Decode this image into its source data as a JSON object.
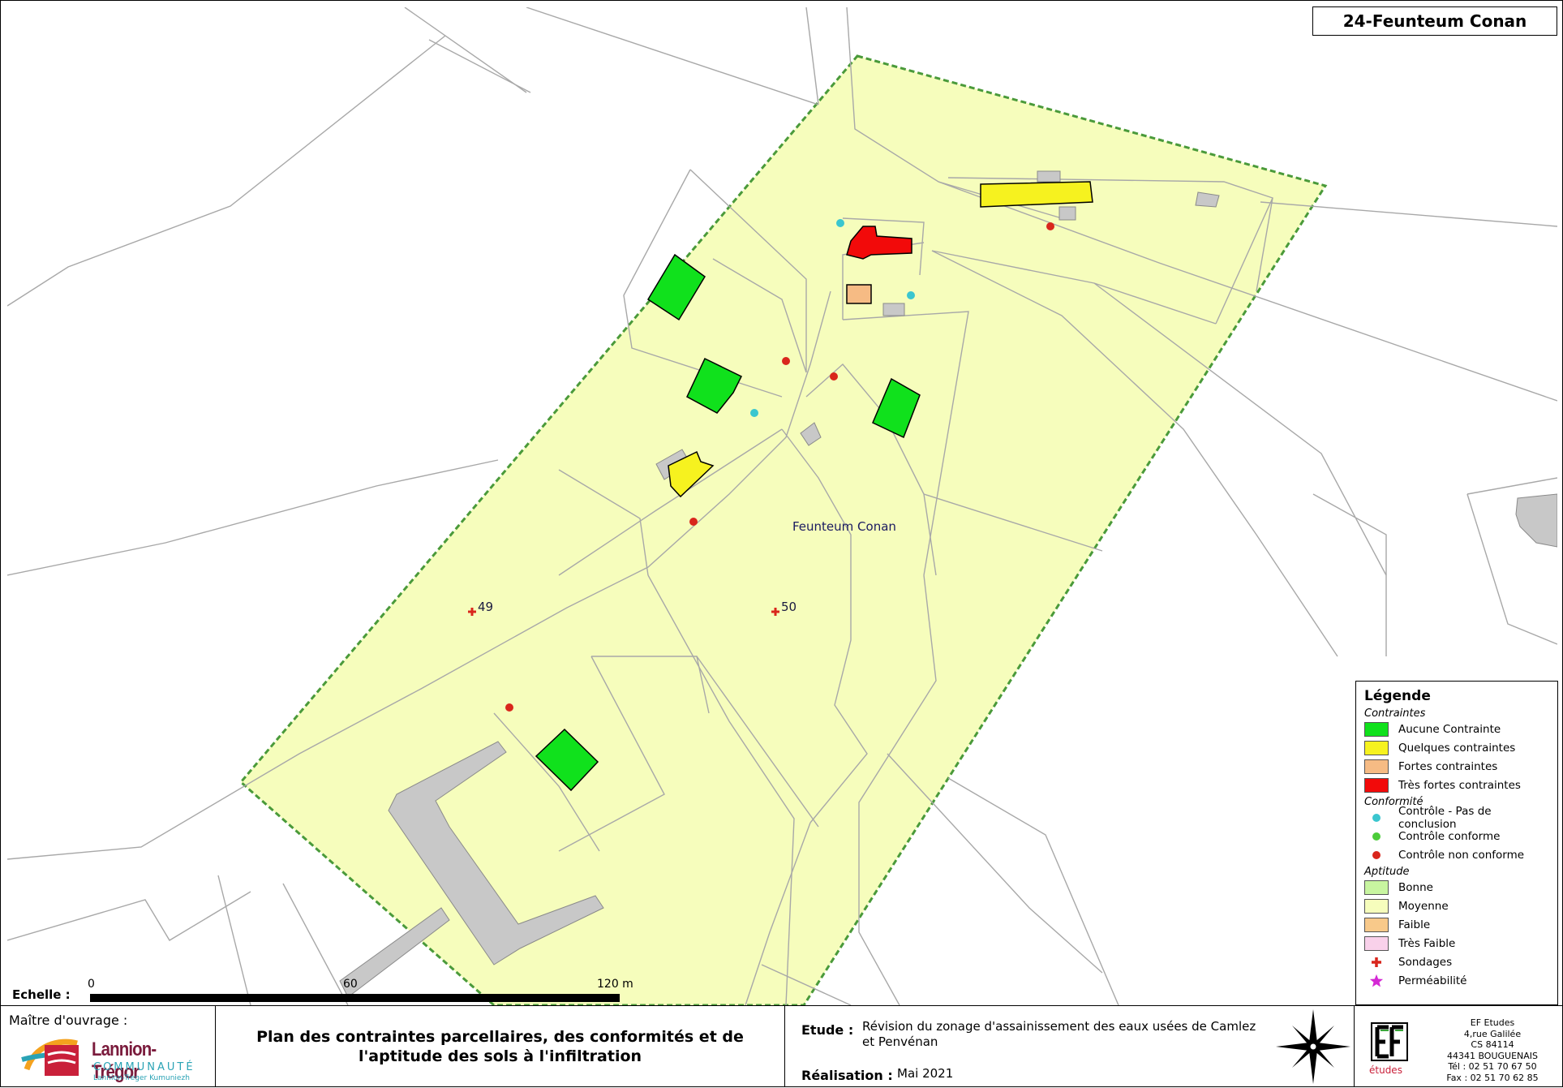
{
  "map": {
    "title": "24-Feunteum Conan",
    "place_label": "Feunteum Conan",
    "sondages": [
      {
        "label": "49"
      },
      {
        "label": "50"
      }
    ],
    "colors": {
      "aptitude_moyenne": "#f6fdbc",
      "aucune_contrainte": "#10e11c",
      "quelques_contraintes": "#f6f21f",
      "fortes_contraintes": "#f6bb84",
      "tres_fortes_contraintes": "#f20a0a",
      "building_grey": "#c8c8c8",
      "zone_border": "#4a9a3a",
      "controle_pas_conclusion": "#3ac6cf",
      "controle_non_conforme": "#d9261c"
    }
  },
  "legend": {
    "title": "Légende",
    "cat_contraintes": "Contraintes",
    "contraintes": [
      {
        "label": "Aucune Contrainte",
        "color": "#10e11c"
      },
      {
        "label": "Quelques contraintes",
        "color": "#f6f21f"
      },
      {
        "label": "Fortes contraintes",
        "color": "#f6bb84"
      },
      {
        "label": "Très fortes contraintes",
        "color": "#f20a0a"
      }
    ],
    "cat_conformite": "Conformité",
    "conformite": [
      {
        "label": "Contrôle - Pas de conclusion",
        "color": "#3ac6cf"
      },
      {
        "label": "Contrôle conforme",
        "color": "#4ccc3a"
      },
      {
        "label": "Contrôle non conforme",
        "color": "#d9261c"
      }
    ],
    "cat_aptitude": "Aptitude",
    "aptitude": [
      {
        "label": "Bonne",
        "color": "#c8f5a0"
      },
      {
        "label": "Moyenne",
        "color": "#f6fdbc"
      },
      {
        "label": "Faible",
        "color": "#f8c98a"
      },
      {
        "label": "Très Faible",
        "color": "#f9d1ea"
      }
    ],
    "sondages_label": "Sondages",
    "permeabilite_label": "Perméabilité"
  },
  "scale": {
    "label": "Echelle :",
    "ticks": [
      "0",
      "60",
      "120 m"
    ]
  },
  "footer": {
    "owner_label": "Maître d'ouvrage :",
    "owner_logo_name": "Lannion-Trégor",
    "owner_logo_sub": "COMMUNAUTÉ",
    "owner_logo_sub2": "Lannion-Treger Kumuniezh",
    "plan_title": "Plan des contraintes parcellaires, des conformités et de l'aptitude des sols à l'infiltration",
    "study_label": "Etude :",
    "study_value": "Révision du zonage d'assainissement des eaux usées de Camlez et Penvénan",
    "realisation_label": "Réalisation :",
    "realisation_value": "Mai 2021",
    "ef_logo_text": "études",
    "ef_address": [
      "EF Etudes",
      "4,rue Galilée",
      "CS 84114",
      "44341 BOUGUENAIS",
      "Tél : 02 51 70 67 50",
      "Fax : 02 51 70 62 85"
    ]
  }
}
